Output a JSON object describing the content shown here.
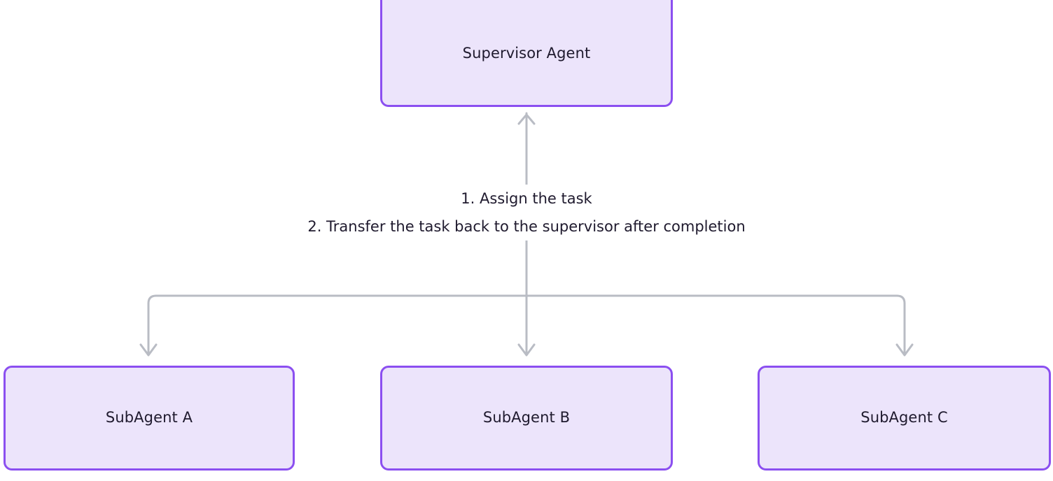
{
  "diagram": {
    "type": "supervisor-subagent-hierarchy",
    "background_color": "#ffffff",
    "node_fill_color": "#ece4fb",
    "node_border_color": "#8b4ff0",
    "node_text_color": "#1f1a2e",
    "edge_color": "#b9bcc4",
    "nodes": [
      {
        "id": "supervisor",
        "label": "Supervisor Agent"
      },
      {
        "id": "subagent-a",
        "label": "SubAgent A"
      },
      {
        "id": "subagent-b",
        "label": "SubAgent B"
      },
      {
        "id": "subagent-c",
        "label": "SubAgent C"
      }
    ],
    "edge_caption": {
      "lines": [
        "1. Assign the task",
        "2. Transfer the task back to the supervisor after completion"
      ]
    }
  }
}
